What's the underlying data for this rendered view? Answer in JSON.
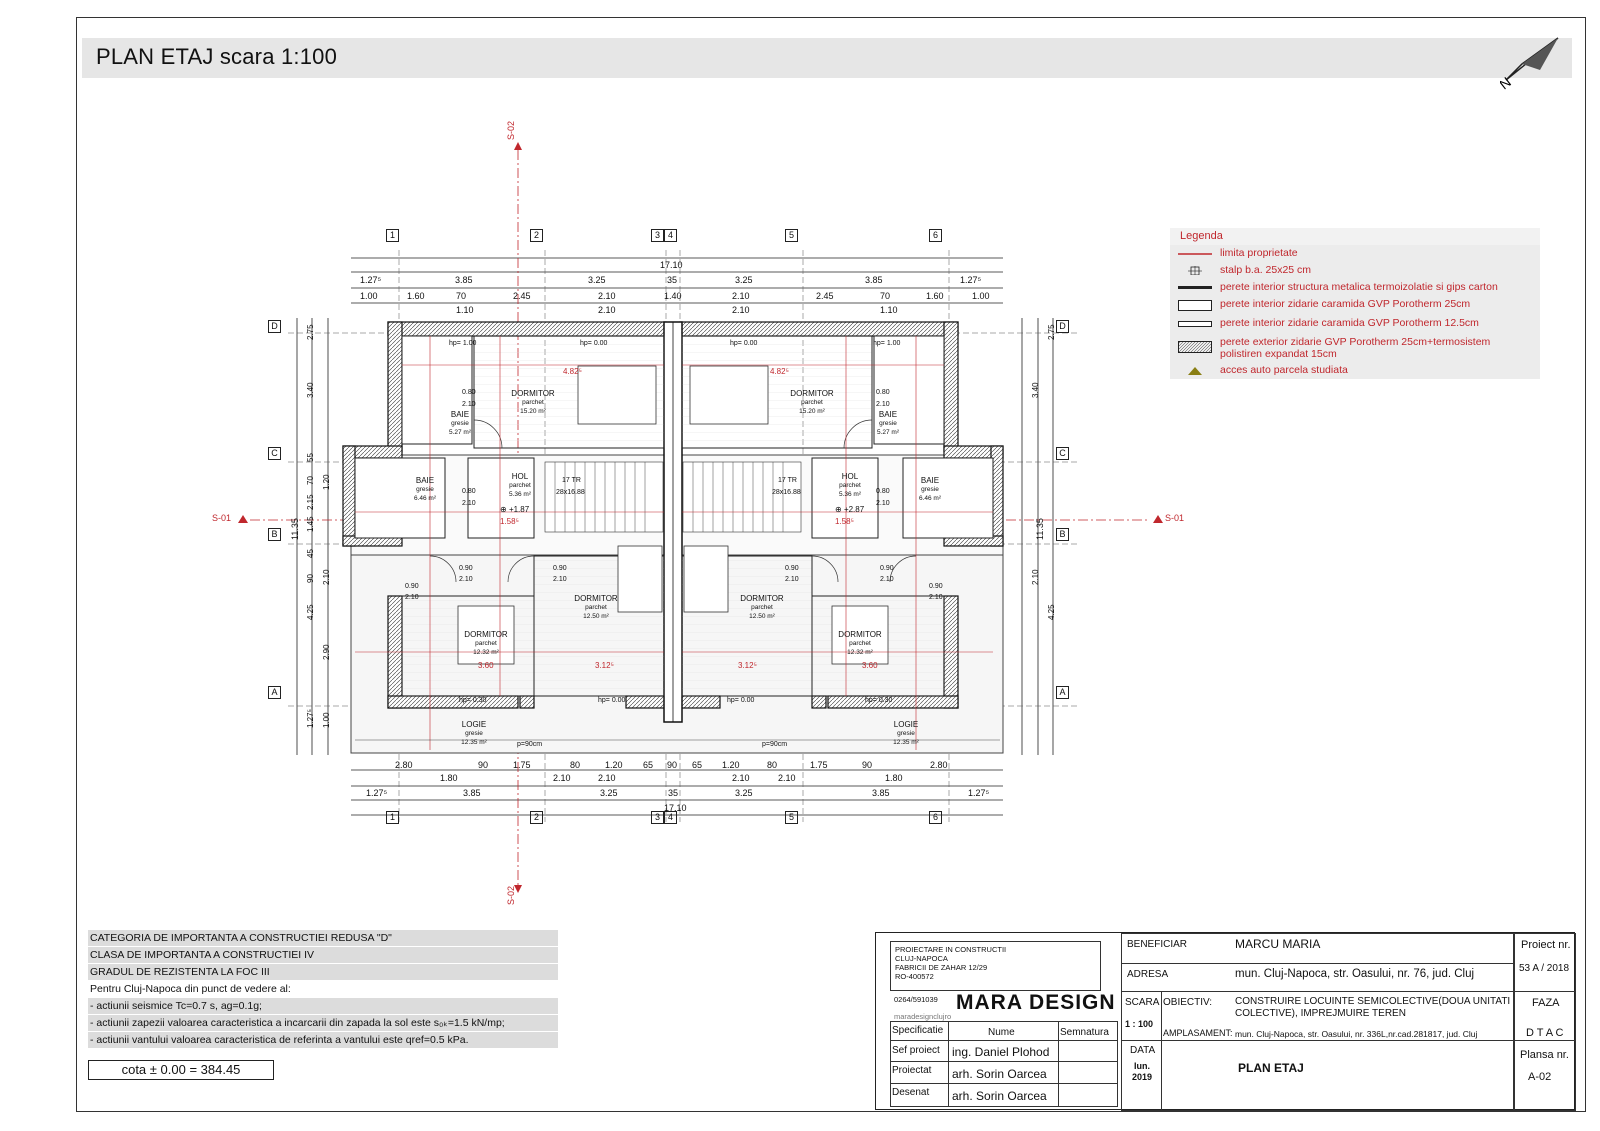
{
  "title": "PLAN ETAJ scara 1:100",
  "north_label": "N",
  "section_marks": {
    "s01": "S-01",
    "s02": "S-02"
  },
  "axes_vertical": [
    "1",
    "2",
    "3",
    "4",
    "5",
    "6"
  ],
  "axes_horizontal": [
    "D",
    "C",
    "B",
    "A"
  ],
  "dims": {
    "total_width": "17.10",
    "top_row1": [
      "1.27⁵",
      "3.85",
      "3.25",
      "35",
      "3.25",
      "3.85",
      "1.27⁵"
    ],
    "top_row2": [
      "1.00",
      "1.60",
      "70",
      "2.45",
      "2.10",
      "1.40",
      "2.10",
      "2.45",
      "70",
      "1.60",
      "1.00"
    ],
    "top_row2b": [
      "1.10",
      "2.10",
      "2.10",
      "1.10"
    ],
    "bottom_row1": [
      "2.80",
      "90",
      "1.75",
      "80",
      "1.20",
      "65",
      "90",
      "65",
      "1.20",
      "80",
      "1.75",
      "90",
      "2.80"
    ],
    "bottom_row1b": [
      "1.80",
      "2.10",
      "2.10",
      "2.10",
      "2.10",
      "1.80"
    ],
    "bottom_row2": [
      "1.27⁵",
      "3.85",
      "3.25",
      "35",
      "3.25",
      "3.85",
      "1.27⁵"
    ],
    "side_total": "11.35",
    "side_parts": [
      "2.75",
      "3.40",
      "55",
      "1.20",
      "70",
      "2.15",
      "1.45",
      "45",
      "90",
      "2.10",
      "4.25",
      "2.90",
      "1.00",
      "1.27⁵"
    ]
  },
  "rooms": [
    {
      "name": "DORMITOR",
      "floor": "parchet",
      "area": "15.20 m²"
    },
    {
      "name": "DORMITOR",
      "floor": "parchet",
      "area": "15.20 m²"
    },
    {
      "name": "BAIE",
      "floor": "gresie",
      "area": "5.27 m²"
    },
    {
      "name": "BAIE",
      "floor": "gresie",
      "area": "5.27 m²"
    },
    {
      "name": "BAIE",
      "floor": "gresie",
      "area": "6.46 m²"
    },
    {
      "name": "BAIE",
      "floor": "gresie",
      "area": "6.46 m²"
    },
    {
      "name": "HOL",
      "floor": "parchet",
      "area": "5.36 m²"
    },
    {
      "name": "HOL",
      "floor": "parchet",
      "area": "5.36 m²"
    },
    {
      "name": "DORMITOR",
      "floor": "parchet",
      "area": "12.50 m²"
    },
    {
      "name": "DORMITOR",
      "floor": "parchet",
      "area": "12.50 m²"
    },
    {
      "name": "DORMITOR",
      "floor": "parchet",
      "area": "12.32 m²"
    },
    {
      "name": "DORMITOR",
      "floor": "parchet",
      "area": "12.32 m²"
    },
    {
      "name": "LOGIE",
      "floor": "gresie",
      "area": "12.35 m²"
    },
    {
      "name": "LOGIE",
      "floor": "gresie",
      "area": "12.35 m²"
    }
  ],
  "misc_labels": {
    "hp_top": "hp= 0.00",
    "hp_bottom": "hp= 0.30",
    "hp_bath": "hp= 1.00",
    "stairs": "17 TR",
    "stairs_size": "28x16.88",
    "level_left": "+1.87",
    "level_right": "+2.87",
    "parapet": "p=90cm",
    "door_a": "0.80",
    "door_b": "2.10",
    "door_c": "0.90",
    "len_a": "4.82⁵",
    "len_b": "3.12⁵",
    "len_c": "3.60",
    "len_d": "1.58⁵"
  },
  "legend": {
    "title": "Legenda",
    "items": [
      {
        "icon": "red-line",
        "text": "limita proprietate"
      },
      {
        "icon": "column-symbol",
        "text": "stalp b.a. 25x25 cm"
      },
      {
        "icon": "thin-wall",
        "text": "perete interior structura metalica termoizolatie si gips carton"
      },
      {
        "icon": "wall-25",
        "text": "perete interior zidarie caramida GVP Porotherm 25cm"
      },
      {
        "icon": "wall-12",
        "text": "perete interior zidarie caramida GVP Porotherm 12.5cm"
      },
      {
        "icon": "hatched-wall",
        "text": "perete exterior zidarie GVP Porotherm 25cm+termosistem"
      },
      {
        "icon": "",
        "text": "polistiren expandat 15cm"
      },
      {
        "icon": "triangle-icon",
        "text": "acces auto parcela studiata"
      }
    ],
    "colors": {
      "accent": "#c0272d",
      "access": "#8a7f14"
    }
  },
  "notes": [
    "CATEGORIA DE IMPORTANTA  A  CONSTRUCTIEI REDUSA \"D\"",
    "CLASA DE IMPORTANTA A CONSTRUCTIEI IV",
    "GRADUL DE REZISTENTA LA FOC III",
    "Pentru  Cluj-Napoca din punct de vedere al:",
    "- actiunii seismice Tc=0.7 s, ag=0.1g;",
    "- actiunii zapezii valoarea caracteristica a incarcarii din zapada la sol este s₀ₖ=1.5 kN/mp;",
    "- actiunii vantului valoarea caracteristica de referinta a vantului este qref=0.5 kPa."
  ],
  "cota": "cota ± 0.00 = 384.45",
  "title_block": {
    "firm_lines": [
      "PROIECTARE IN CONSTRUCTII",
      "CLUJ-NAPOCA",
      "FABRICII DE ZAHAR 12/29",
      "RO-400572"
    ],
    "phone": "0264/591039",
    "web": "maradesignclujro",
    "brand": "MARA DESIGN",
    "spec_label": "Specificatie",
    "name_label": "Nume",
    "sign_label": "Semnatura",
    "sef_label": "Sef proiect",
    "sef_name": "ing. Daniel Plohod",
    "proiectat_label": "Proiectat",
    "proiectat_name": "arh. Sorin Oarcea",
    "desenat_label": "Desenat",
    "desenat_name": "arh. Sorin Oarcea",
    "beneficiar_label": "BENEFICIAR",
    "beneficiar": "MARCU MARIA",
    "adresa_label": "ADRESA",
    "adresa": "mun. Cluj-Napoca, str. Oasului, nr. 76, jud. Cluj",
    "scara_label": "SCARA",
    "scara": "1 : 100",
    "obiectiv_label": "OBIECTIV:",
    "obiectiv": "CONSTRUIRE LOCUINTE SEMICOLECTIVE(DOUA UNITATI COLECTIVE), IMPREJMUIRE TEREN",
    "amplasament_label": "AMPLASAMENT:",
    "amplasament": "mun. Cluj-Napoca, str. Oasului, nr. 336L,nr.cad.281817, jud. Cluj",
    "data_label": "DATA",
    "data": "Iun. 2019",
    "plan_title": "PLAN ETAJ",
    "proiect_label": "Proiect nr.",
    "proiect": "53 A / 2018",
    "faza_label": "FAZA",
    "faza": "D T A C",
    "plansa_label": "Plansa nr.",
    "plansa": "A-02"
  }
}
